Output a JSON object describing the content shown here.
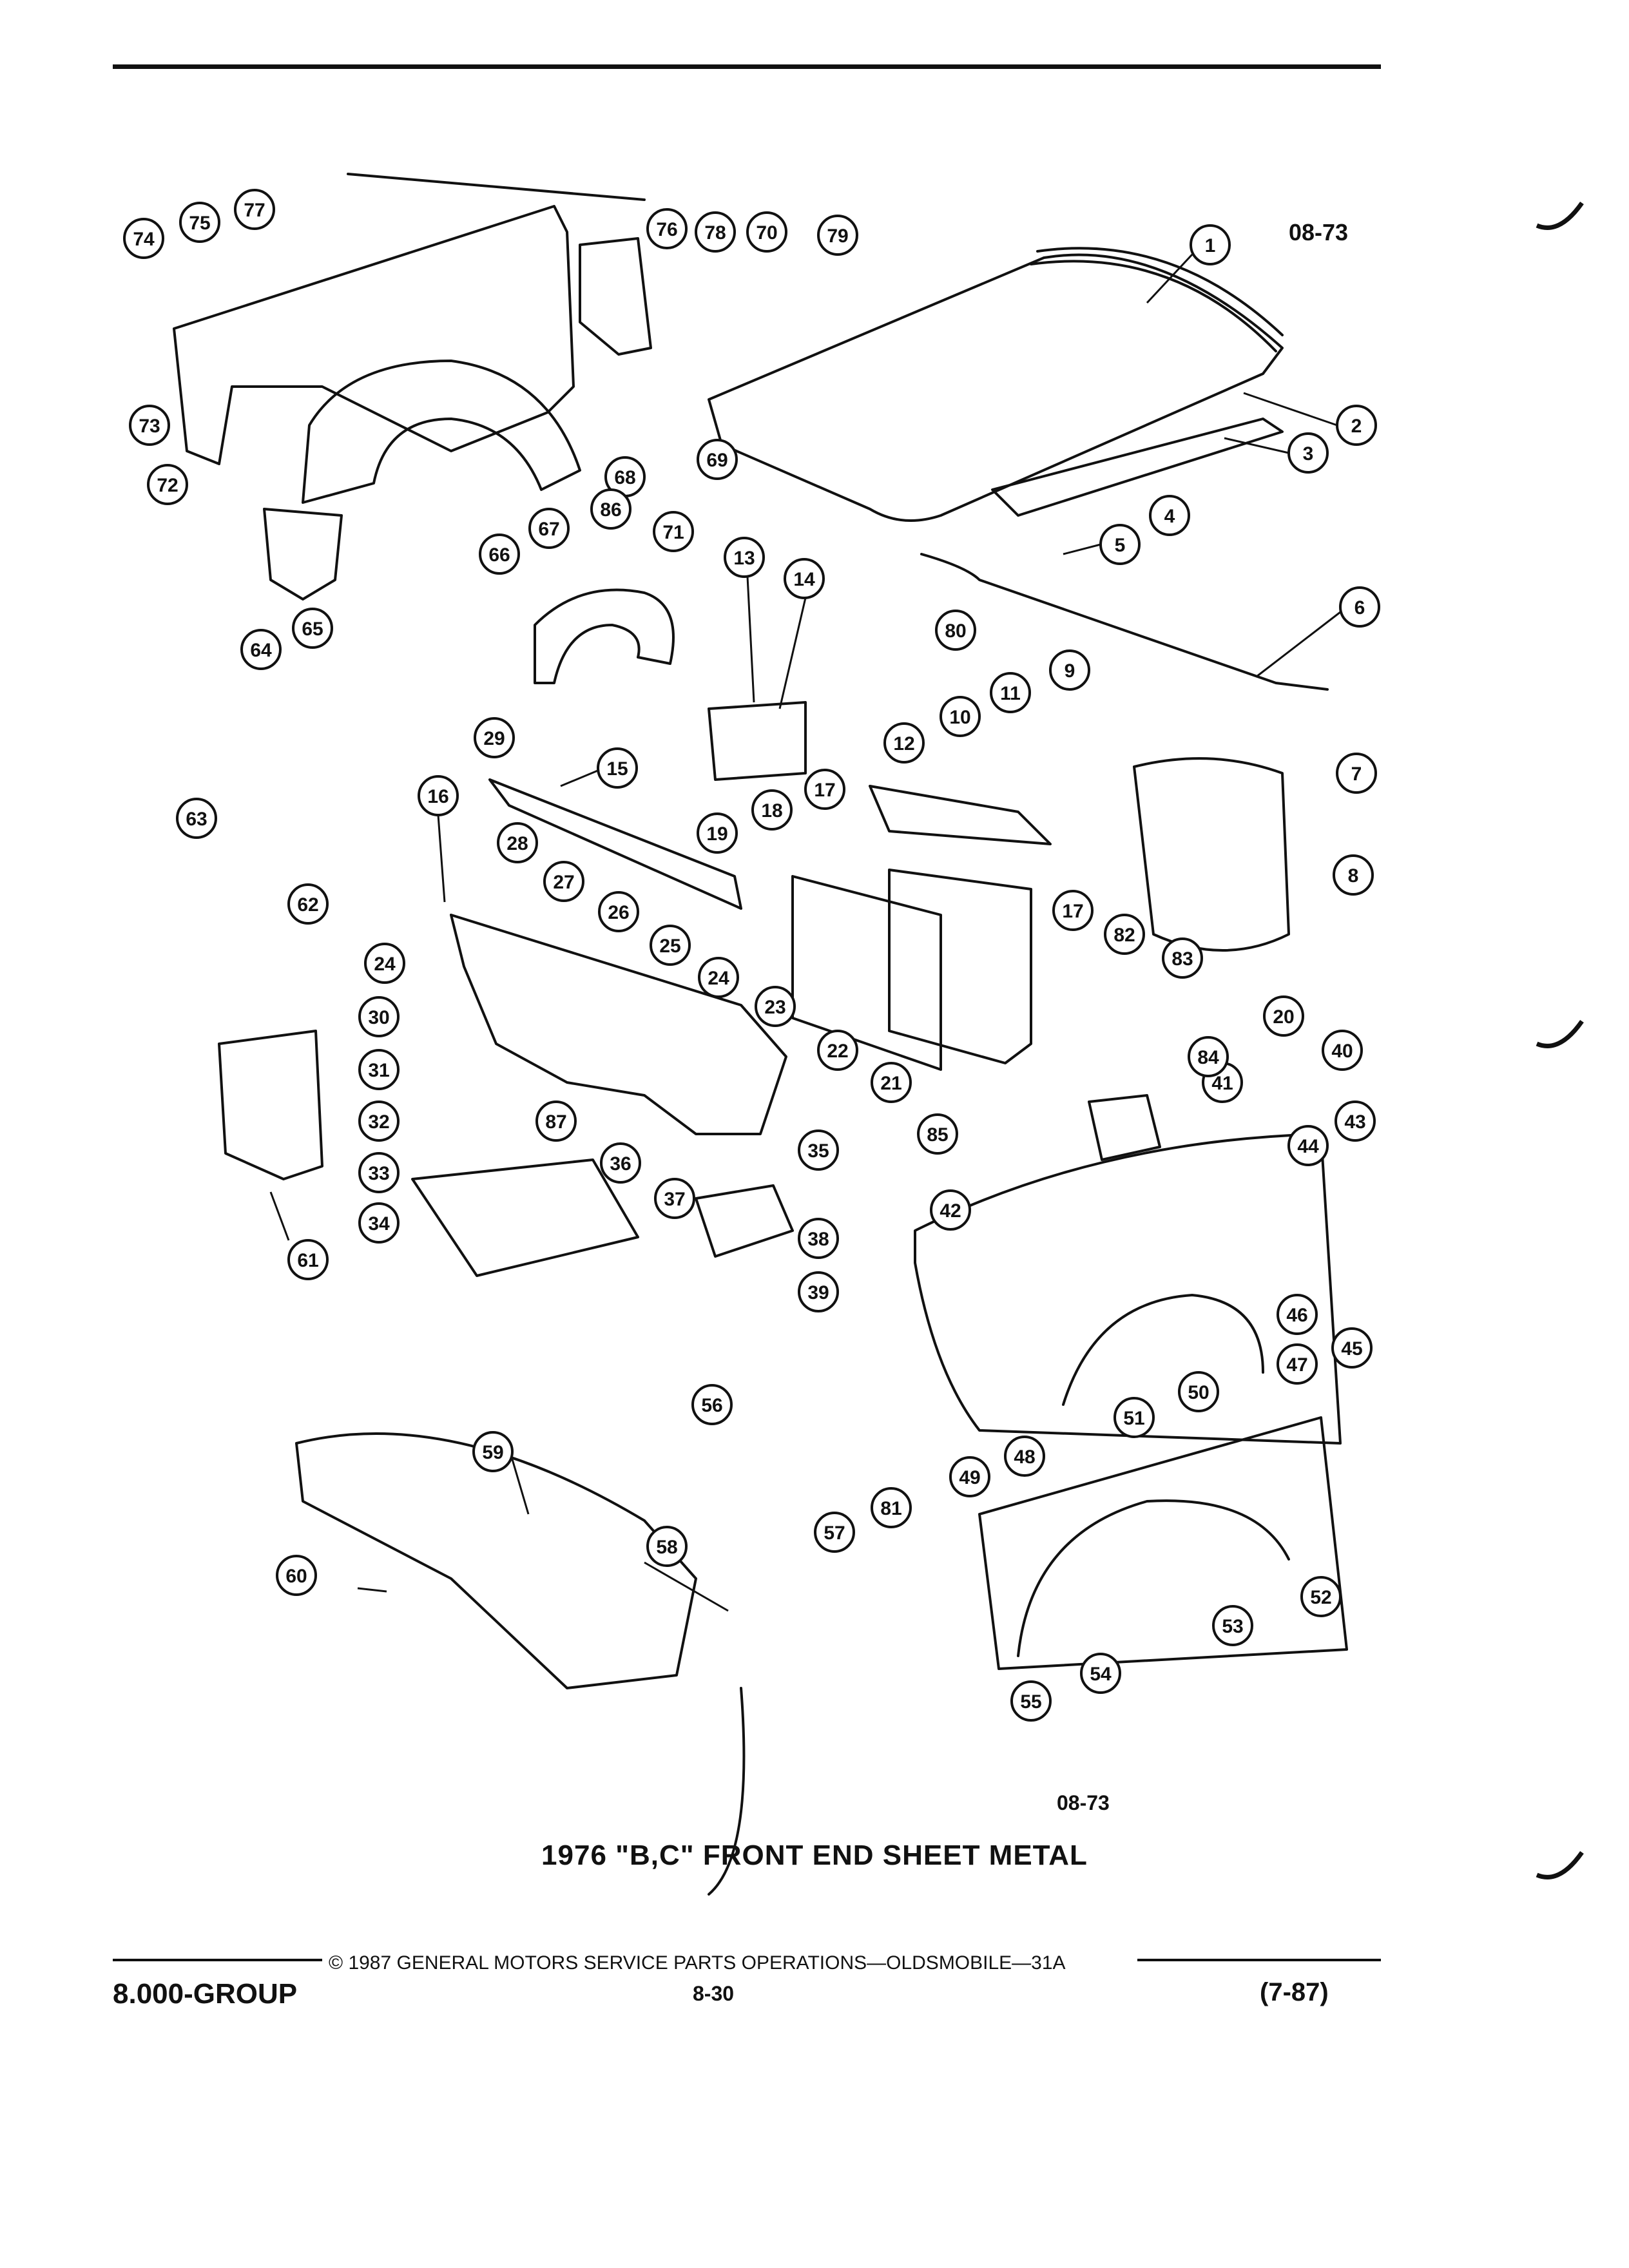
{
  "figure_id_top": "08-73",
  "figure_id_bottom": "08-73",
  "caption": "1976 \"B,C\" FRONT END SHEET METAL",
  "footer": {
    "copyright": "© 1987 GENERAL MOTORS SERVICE PARTS OPERATIONS—OLDSMOBILE—31A",
    "group": "8.000-GROUP",
    "page": "8-30",
    "date": "(7-87)"
  },
  "callouts": [
    "1",
    "2",
    "3",
    "4",
    "5",
    "6",
    "7",
    "8",
    "9",
    "10",
    "11",
    "12",
    "13",
    "14",
    "15",
    "16",
    "17",
    "17",
    "18",
    "19",
    "20",
    "21",
    "22",
    "23",
    "24",
    "24",
    "25",
    "26",
    "27",
    "28",
    "29",
    "30",
    "31",
    "32",
    "33",
    "34",
    "35",
    "36",
    "37",
    "38",
    "39",
    "40",
    "41",
    "42",
    "43",
    "44",
    "45",
    "46",
    "47",
    "48",
    "49",
    "50",
    "51",
    "52",
    "53",
    "54",
    "55",
    "56",
    "57",
    "58",
    "59",
    "60",
    "61",
    "62",
    "63",
    "64",
    "65",
    "66",
    "67",
    "68",
    "69",
    "70",
    "71",
    "72",
    "73",
    "74",
    "75",
    "76",
    "77",
    "78",
    "79",
    "80",
    "81",
    "82",
    "83",
    "84",
    "85",
    "86",
    "87"
  ]
}
